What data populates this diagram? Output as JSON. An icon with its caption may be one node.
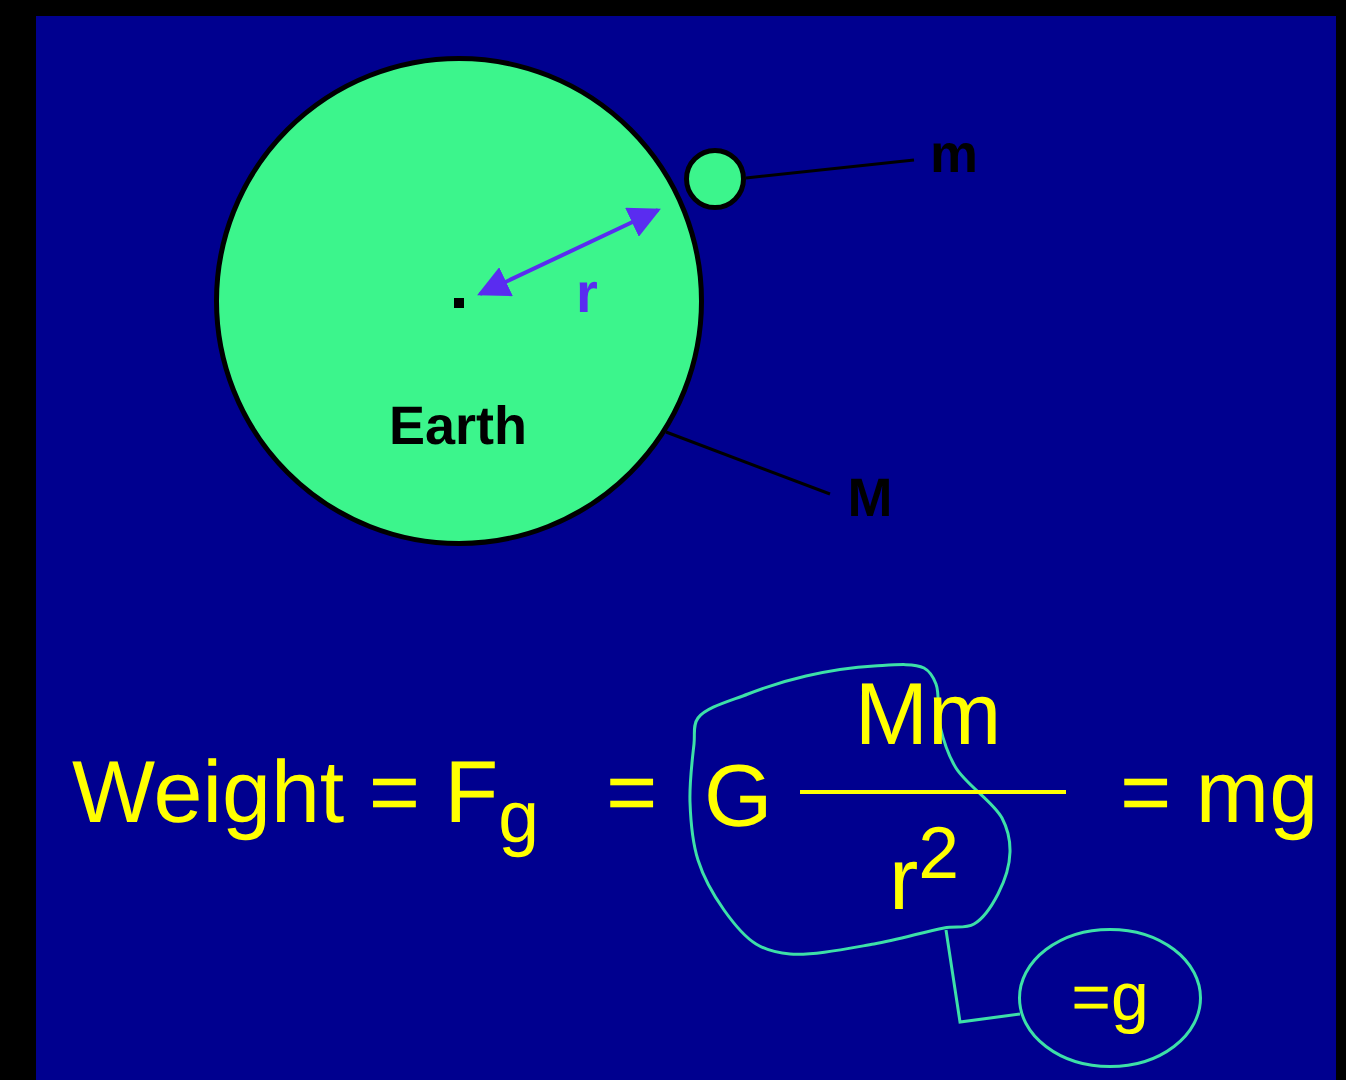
{
  "diagram": {
    "nodes": [
      {
        "text": [
          "Earth"
        ]
      },
      {
        "text": [],
        "shape": "circle"
      },
      {
        "text": [
          "m"
        ]
      },
      {
        "text": [
          "M"
        ]
      },
      {
        "text": [
          "G",
          "Mm",
          "r$^{2}$"
        ]
      },
      {
        "text": [
          "=g"
        ]
      }
    ],
    "edges": [
      {
        "from": 2,
        "to": 1,
        "arrow": "none"
      },
      {
        "from": 3,
        "to": 0,
        "arrow": "none"
      },
      {
        "from": 4,
        "to": 5,
        "arrow": "none",
        "color": "#3de0a8"
      }
    ],
    "labels": [
      "r",
      "Weight = F$_{g}$",
      "=",
      "= mg"
    ]
  }
}
